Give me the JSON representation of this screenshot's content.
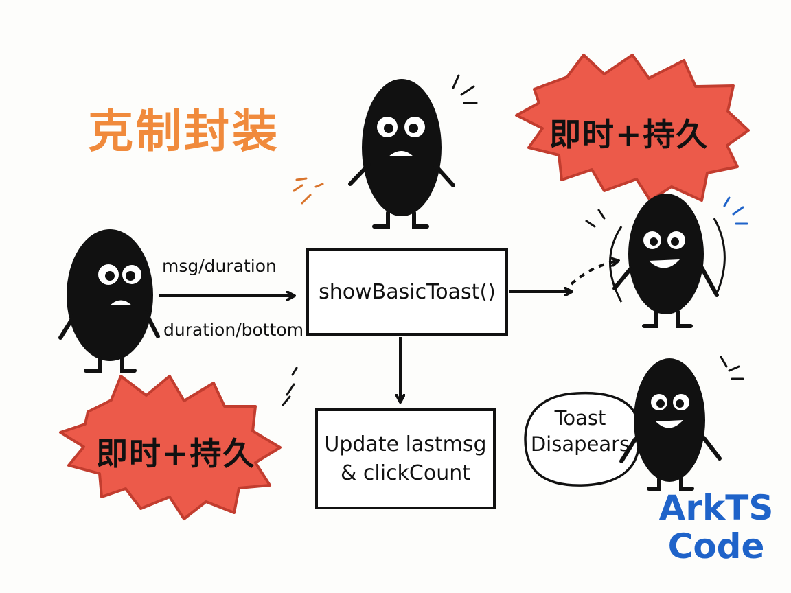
{
  "title": "克制封装",
  "flow": {
    "input_label_top": "msg/duration",
    "input_label_bottom": "duration/bottom",
    "function_box": "showBasicToast()",
    "update_box_line1": "Update lastmsg",
    "update_box_line2": "& clickCount"
  },
  "bursts": {
    "top_right": "即时+持久",
    "bottom_left": "即时+持久"
  },
  "speech_bubble": {
    "line1": "Toast",
    "line2": "Disapears"
  },
  "footer": {
    "line1": "ArkTS",
    "line2": "Code"
  },
  "colors": {
    "title": "#f08a3c",
    "burst_fill": "#ec5a4a",
    "character": "#111111",
    "footer": "#1f63c9",
    "accent_blue": "#1f63c9",
    "accent_orange": "#d9742c"
  }
}
